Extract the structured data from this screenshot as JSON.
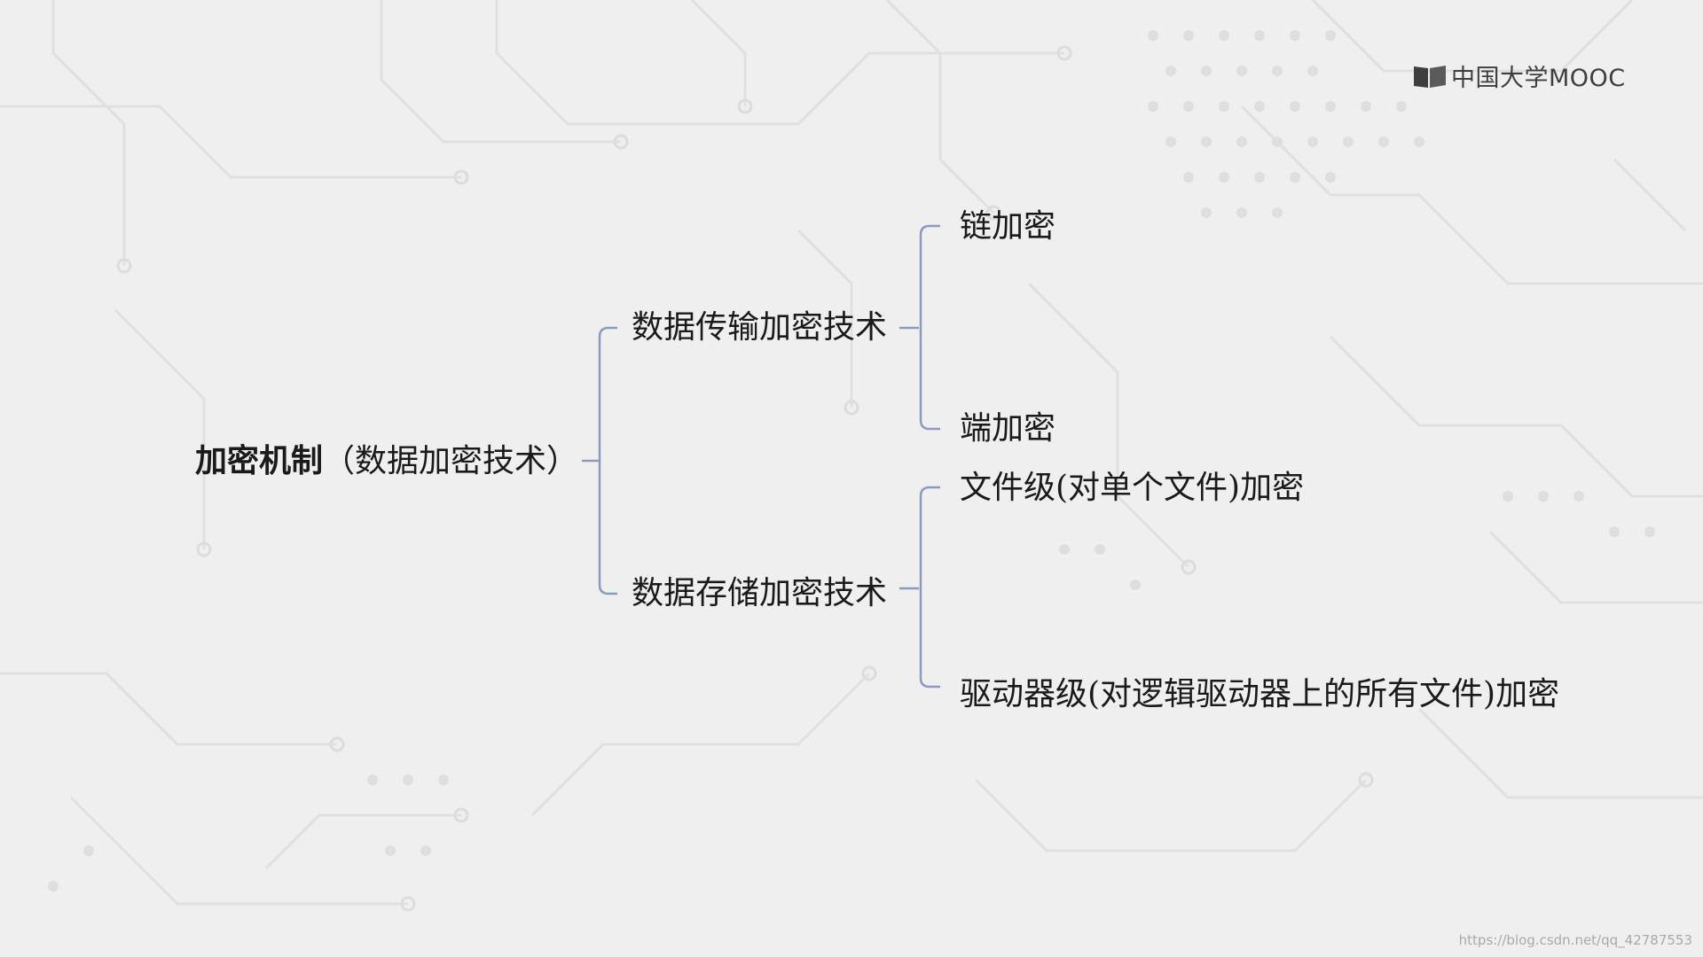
{
  "branding": {
    "logo_text": "中国大学MOOC",
    "logo_icon": "book-icon"
  },
  "tree": {
    "root": {
      "label_strong": "加密机制",
      "label_paren": "（数据加密技术）"
    },
    "branches": [
      {
        "label": "数据传输加密技术",
        "children": [
          "链加密",
          "端加密"
        ]
      },
      {
        "label": "数据存储加密技术",
        "children": [
          "文件级(对单个文件)加密",
          "驱动器级(对逻辑驱动器上的所有文件)加密"
        ]
      }
    ]
  },
  "watermark": "https://blog.csdn.net/qq_42787553",
  "colors": {
    "background": "#efefef",
    "connector": "#8a9bbf",
    "text": "#1a1a1a",
    "circuit": "#dcdcdc"
  }
}
